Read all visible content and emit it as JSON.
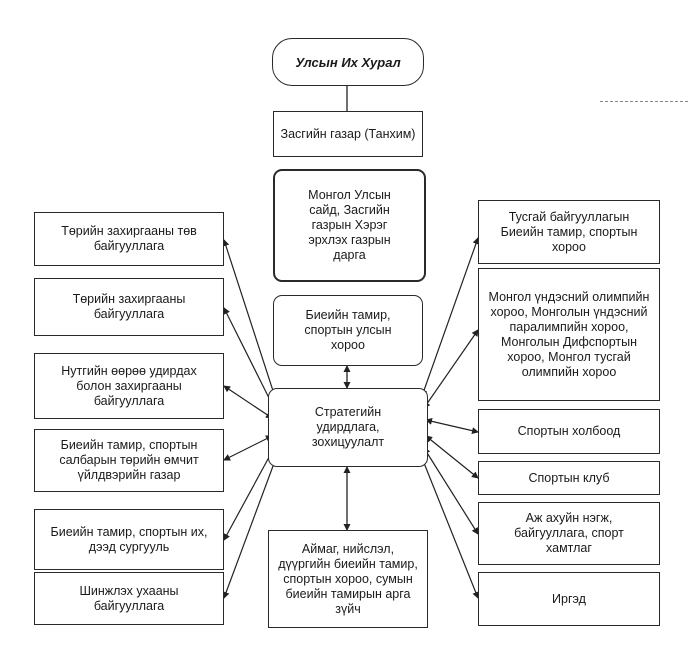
{
  "top": {
    "parliament": "Улсын Их Хурал",
    "cabinet": "Засгийн газар (Танхим)",
    "minister": "Монгол Улсын сайд, Засгийн газрын Хэрэг эрхлэх газрын дарга",
    "committee": "Биеийн тамир, спортын улсын хороо",
    "strategy": "Стратегийн удирдлага, зохицуулалт"
  },
  "left": [
    "Төрийн захиргааны төв байгууллага",
    "Төрийн захиргааны байгууллага",
    "Нутгийн өөрөө удирдах болон захиргааны байгууллага",
    "Биеийн тамир, спортын салбарын төрийн өмчит үйлдвэрийн газар",
    "Биеийн тамир, спортын их, дээд сургууль",
    "Шинжлэх ухааны байгууллага"
  ],
  "right": [
    "Тусгай байгууллагын Биеийн тамир, спортын хороо",
    "Монгол үндэсний олимпийн хороо, Монголын үндэсний паралимпийн хороо, Монголын Дифспортын хороо, Монгол тусгай олимпийн хороо",
    "Спортын холбоод",
    "Спортын клуб",
    "Аж ахуйн нэгж, байгууллага, спорт хамтлаг",
    "Иргэд"
  ],
  "bottom": "Аймаг, нийслэл, дүүргийн биеийн тамир, спортын хороо, сумын биеийн тамирын арга зүйч"
}
